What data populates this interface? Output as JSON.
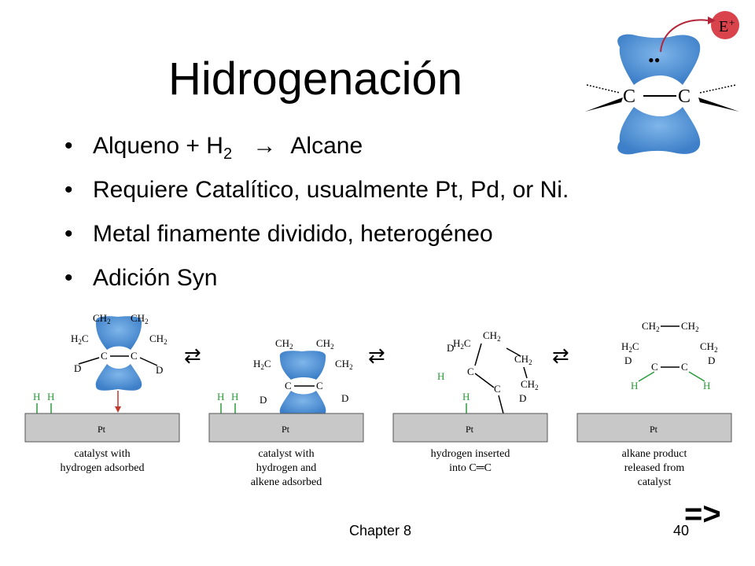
{
  "slide": {
    "title": "Hidrogenación",
    "bullets": [
      {
        "pre": "Alqueno + H",
        "sub": "2",
        "arrow": "→",
        "post": "Alcane"
      },
      {
        "text": "Requiere Catalítico, usualmente Pt, Pd, or Ni."
      },
      {
        "text": "Metal finamente dividido, heterogéneo"
      },
      {
        "text": "Adición Syn"
      }
    ],
    "bullet_char": "•",
    "footer": {
      "chapter": "Chapter 8",
      "page": "40"
    },
    "next_marker": "=>"
  },
  "orbital_diagram": {
    "electrophile": "E",
    "electrophile_charge": "+",
    "lone_pair": "••",
    "atom_left": "C",
    "atom_right": "C",
    "colors": {
      "orbital": "#4a90d9",
      "electrophile": "#d9434c",
      "arrow": "#b3263a"
    }
  },
  "mechanism": {
    "metal": "Pt",
    "equilibrium_symbol": "⇄",
    "panels": [
      {
        "caption": [
          "catalyst with",
          "hydrogen adsorbed"
        ]
      },
      {
        "caption": [
          "catalyst with",
          "hydrogen and",
          "alkene adsorbed"
        ]
      },
      {
        "caption": [
          "hydrogen inserted",
          "into C═C"
        ]
      },
      {
        "caption": [
          "alkane product",
          "released from",
          "catalyst"
        ]
      }
    ],
    "labels": {
      "ch2": "CH",
      "sub2": "2",
      "h2c": "H",
      "c": "C",
      "d": "D",
      "h": "H"
    },
    "colors": {
      "hydrogen": "#2a9a3a",
      "arrow": "#c0392b",
      "metal": "#c8c8c8",
      "orbital": "#4a90d9"
    }
  }
}
